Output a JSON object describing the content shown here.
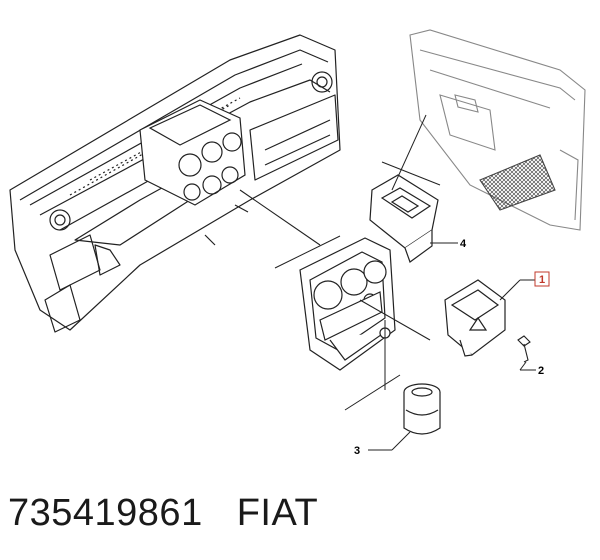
{
  "callouts": {
    "c1": "1",
    "c2": "2",
    "c3": "3",
    "c4": "4"
  },
  "caption": {
    "part_number": "735419861",
    "brand": "FIAT"
  },
  "colors": {
    "line": "#222222",
    "light_line": "#888888",
    "highlight": "#c0392b"
  }
}
